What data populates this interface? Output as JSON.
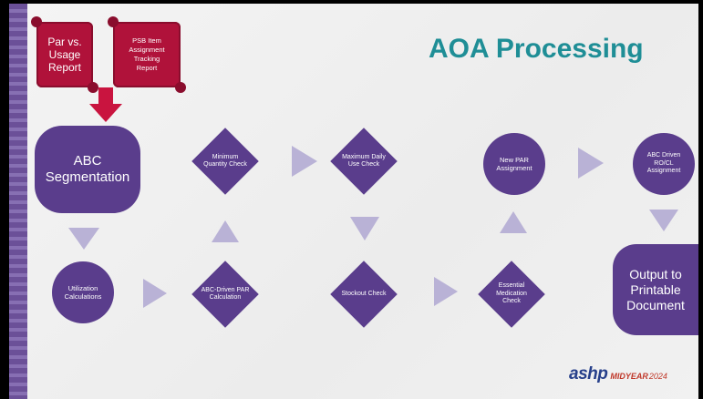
{
  "title": "AOA Processing",
  "inputs": {
    "par_report": [
      "Par vs.",
      "Usage",
      "Report"
    ],
    "psb_report": [
      "PSB Item",
      "Assignment",
      "Tracking",
      "Report"
    ]
  },
  "nodes": {
    "abc_segmentation": [
      "ABC",
      "Segmentation"
    ],
    "utilization": [
      "Utilization",
      "Calculations"
    ],
    "abc_par_calc": [
      "ABC-Driven",
      "PAR",
      "Calculation"
    ],
    "minimum_qty": [
      "Minimum",
      "Quantity",
      "Check"
    ],
    "maximum_daily": [
      "Maximum",
      "Daily Use",
      "Check"
    ],
    "stockout": [
      "Stockout",
      "Check"
    ],
    "essential_med": [
      "Essential",
      "Medication",
      "Check"
    ],
    "new_par": [
      "New PAR",
      "Assignment"
    ],
    "abc_rocl": [
      "ABC Driven",
      "RO/CL",
      "Assignment"
    ],
    "output": [
      "Output to",
      "Printable",
      "Document"
    ]
  },
  "footer": {
    "brand": "ashp",
    "event": "MIDYEAR",
    "year": "2024"
  },
  "colors": {
    "node": "#5a3d8c",
    "arrow": "#b9b2d6",
    "input": "#b0123a",
    "title": "#1f8e96"
  }
}
